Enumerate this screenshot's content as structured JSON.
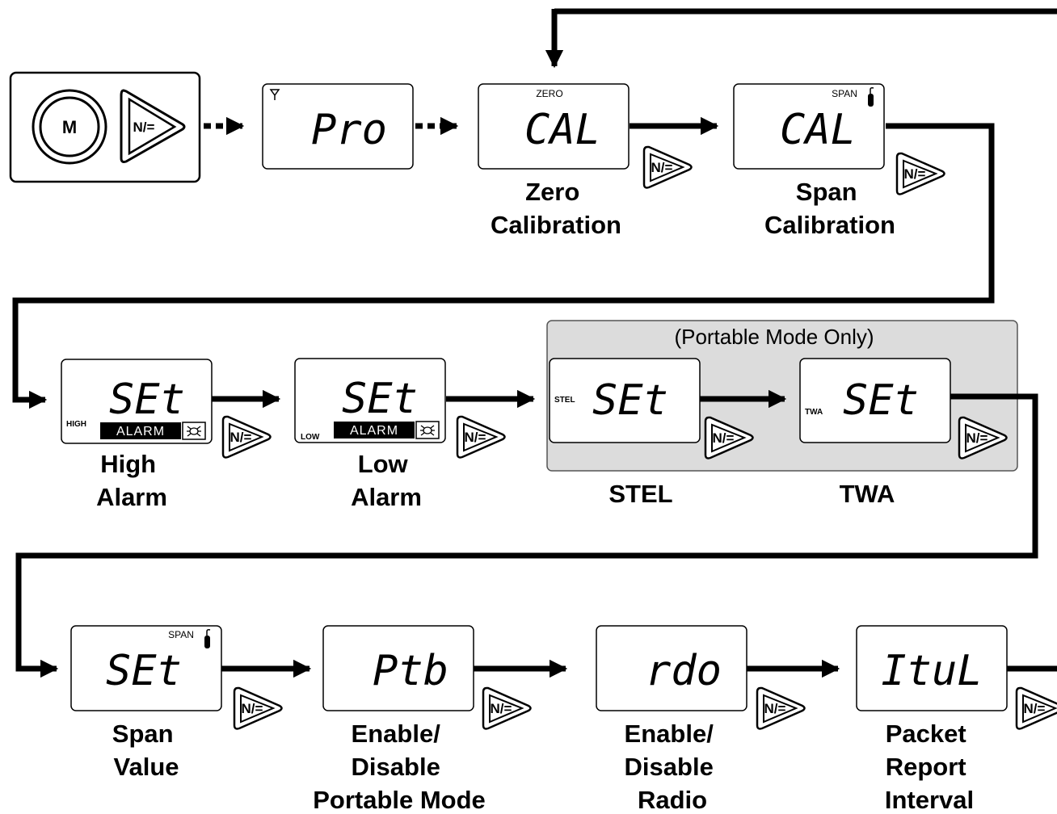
{
  "screens": {
    "pro": {
      "display": "Pro"
    },
    "zero_cal": {
      "display": "CAL",
      "indicator": "ZERO",
      "label": [
        "Zero",
        "Calibration"
      ]
    },
    "span_cal": {
      "display": "CAL",
      "indicator": "SPAN",
      "label": [
        "Span",
        "Calibration"
      ]
    },
    "high_alarm": {
      "display": "SEt",
      "indicator": "HIGH",
      "badge": "ALARM",
      "label": [
        "High",
        "Alarm"
      ]
    },
    "low_alarm": {
      "display": "SEt",
      "indicator": "LOW",
      "badge": "ALARM",
      "label": [
        "Low",
        "Alarm"
      ]
    },
    "stel": {
      "display": "SEt",
      "indicator": "STEL",
      "label": [
        "STEL"
      ]
    },
    "twa": {
      "display": "SEt",
      "indicator": "TWA",
      "label": [
        "TWA"
      ]
    },
    "span_value": {
      "display": "SEt",
      "indicator": "SPAN",
      "label": [
        "Span",
        "Value"
      ]
    },
    "portable": {
      "display": "Ptb",
      "label": [
        "Enable/",
        "Disable",
        "Portable Mode"
      ]
    },
    "radio": {
      "display": "rdo",
      "label": [
        "Enable/",
        "Disable",
        "Radio"
      ]
    },
    "interval": {
      "display": "ItuL",
      "label": [
        "Packet",
        "Report",
        "Interval"
      ]
    }
  },
  "portable_group": {
    "caption": "(Portable Mode Only)"
  },
  "buttons": {
    "mode": "M",
    "next": "N/="
  },
  "icons": {
    "antenna": "antenna-icon",
    "bottle": "gas-bottle-icon",
    "alarm_bug": "alarm-bug-icon",
    "mode_button": "mode-button-icon",
    "next_button": "next-button-icon"
  },
  "colors": {
    "group_fill": "#dcdcdc",
    "line": "#000000"
  }
}
